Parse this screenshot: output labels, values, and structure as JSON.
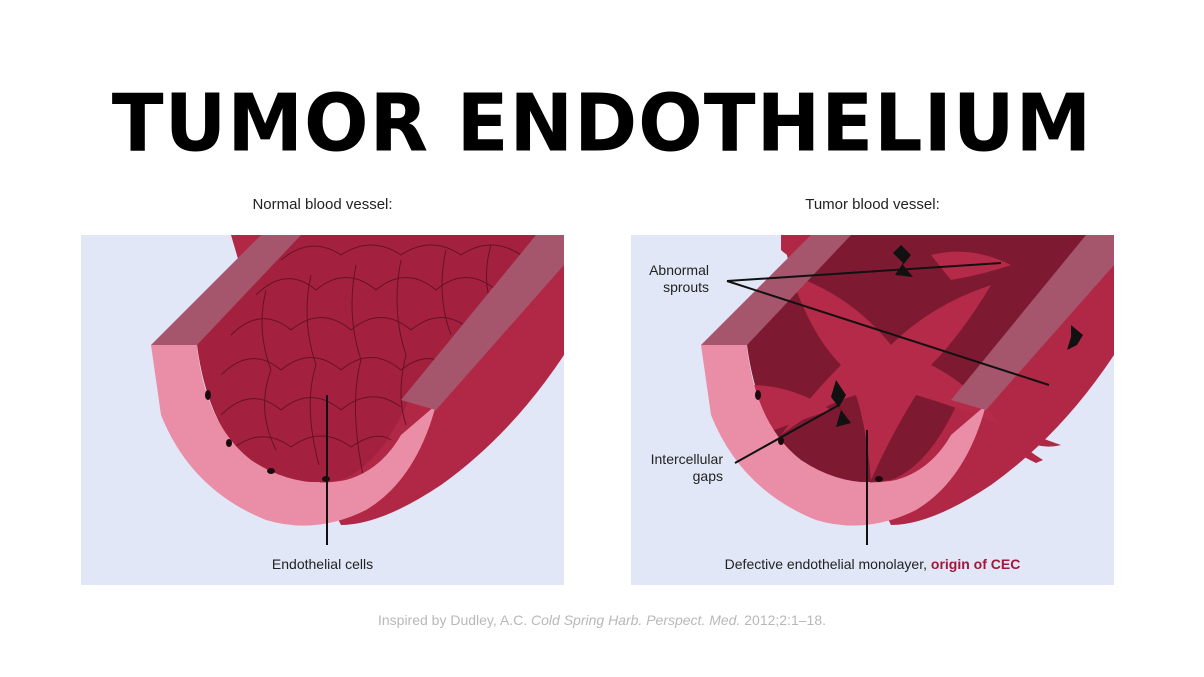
{
  "title": "TUMOR ENDOTHELIUM",
  "panels": {
    "normal": {
      "heading": "Normal blood vessel:",
      "label": "Endothelial cells"
    },
    "tumor": {
      "heading": "Tumor blood vessel:",
      "label_sprouts": "Abnormal\nsprouts",
      "label_sprouts_1": "Abnormal",
      "label_sprouts_2": "sprouts",
      "label_gaps_1": "Intercellular",
      "label_gaps_2": "gaps",
      "label_monolayer": "Defective endothelial monolayer,",
      "label_origin": "origin of CEC"
    }
  },
  "credit": {
    "prefix": "Inspired by Dudley, A.C.",
    "journal": "Cold Spring Harb. Perspect. Med.",
    "suffix": "2012;2:1–18."
  },
  "colors": {
    "panel_bg": "#e2e7f8",
    "vessel_wall": "#b02845",
    "vessel_inner": "#8a1a33",
    "vessel_rim": "#e98ea6",
    "vessel_top_rim": "#a5566c",
    "accent": "#a3173a"
  }
}
